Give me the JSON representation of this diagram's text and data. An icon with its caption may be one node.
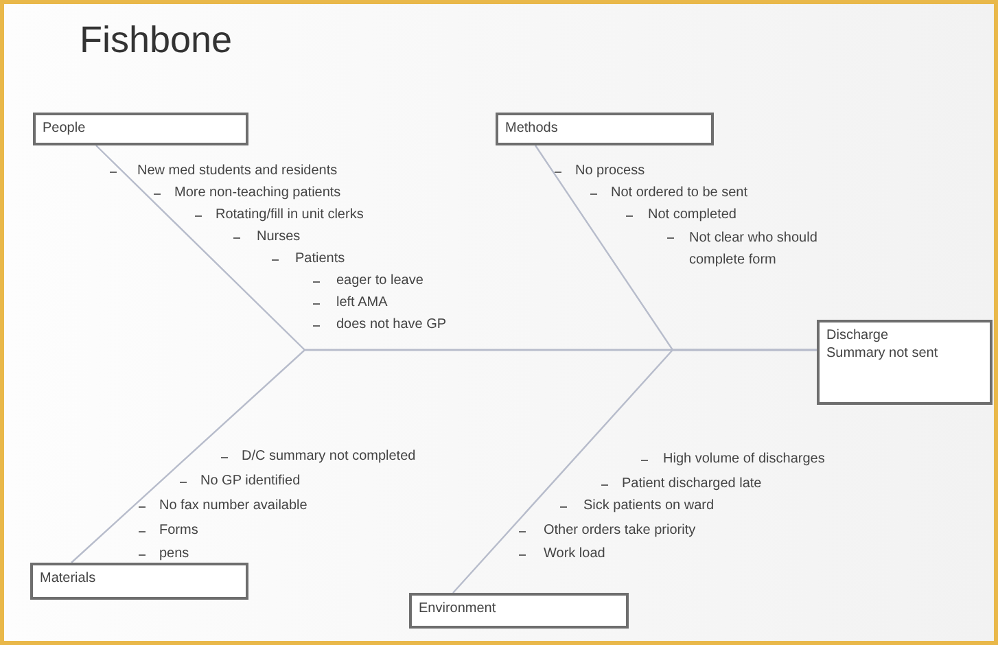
{
  "diagram": {
    "title": "Fishbone",
    "nodes": [
      {
        "text": [
          "People"
        ]
      },
      {
        "text": [
          "Methods"
        ]
      },
      {
        "text": [
          "Discharge Summary not sent"
        ]
      },
      {
        "text": [
          "Materials"
        ]
      },
      {
        "text": [
          "Environment"
        ]
      }
    ],
    "edges": [
      {
        "from": 0,
        "to": 2,
        "arrow": "none"
      },
      {
        "from": 1,
        "to": 2,
        "arrow": "none"
      },
      {
        "from": 3,
        "to": 2,
        "arrow": "none"
      },
      {
        "from": 4,
        "to": 2,
        "arrow": "none"
      }
    ],
    "labels": [
      "New med students and residents",
      "More non-teaching patients",
      "Rotating/fill in unit clerks",
      "Nurses",
      "Patients",
      "eager to leave",
      "left AMA",
      "does not have GP",
      "No process",
      "Not ordered to be sent",
      "Not completed",
      "Not clear who should complete form",
      "D/C summary not completed",
      "No GP identified",
      "No fax number available",
      "Forms",
      "pens",
      "High volume of discharges",
      "Patient discharged late",
      "Sick patients on ward",
      "Other orders take priority",
      "Work load"
    ]
  }
}
